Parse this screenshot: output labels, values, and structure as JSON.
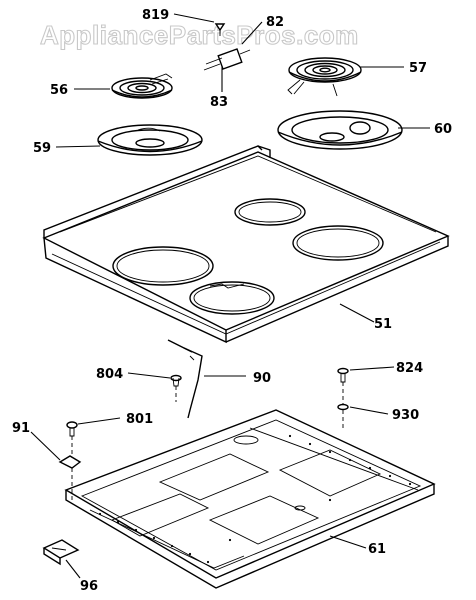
{
  "watermark": "AppliancePartsPros.com",
  "colors": {
    "ink": "#000000",
    "watermark": "#c8c8c8",
    "background": "#ffffff"
  },
  "labels": {
    "p819": "819",
    "p82": "82",
    "p83": "83",
    "p56": "56",
    "p57": "57",
    "p59": "59",
    "p60": "60",
    "p51": "51",
    "p804": "804",
    "p90": "90",
    "p824": "824",
    "p91": "91",
    "p801": "801",
    "p930": "930",
    "p61": "61",
    "p96": "96"
  }
}
